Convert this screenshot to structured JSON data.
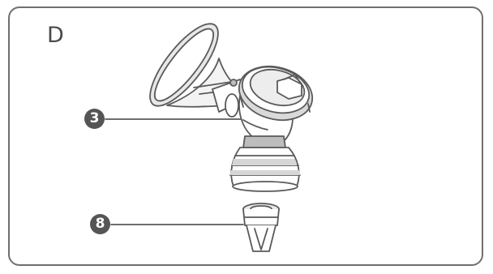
{
  "step": {
    "letter": "D"
  },
  "callouts": [
    {
      "number": "3",
      "part": "connector-with-flange"
    },
    {
      "number": "8",
      "part": "duckbill-valve"
    }
  ],
  "colors": {
    "border": "#6f6f6f",
    "stroke": "#5a5a5a",
    "callout_fill": "#555555",
    "shade": "#bdbdbd",
    "light": "#e8e8e8"
  }
}
